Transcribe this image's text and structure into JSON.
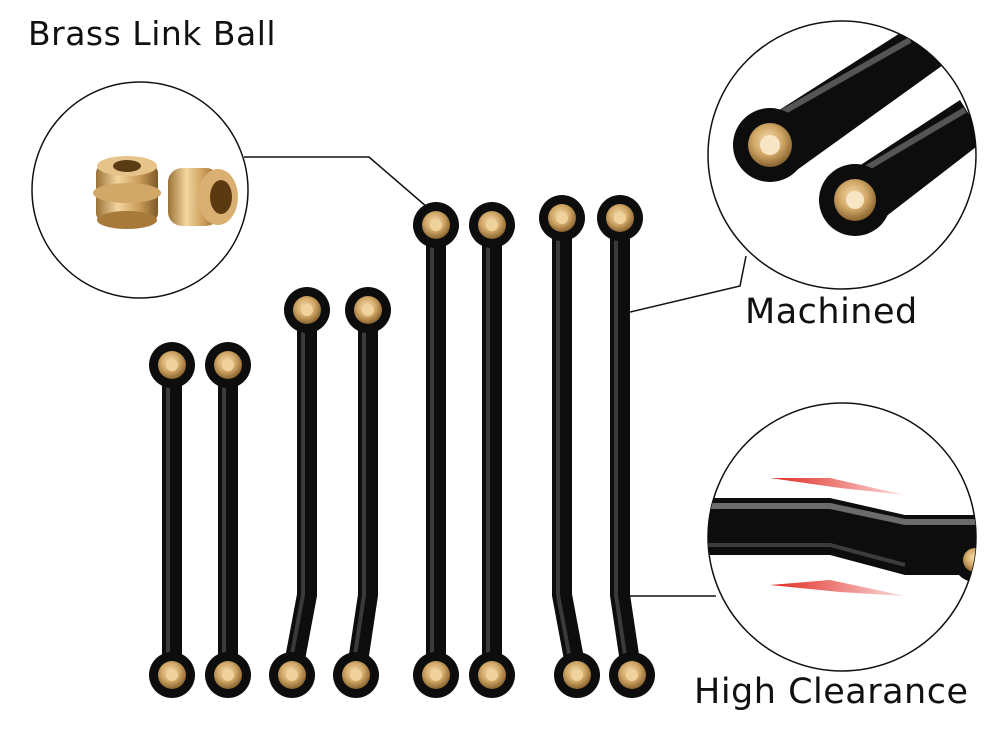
{
  "labels": {
    "brass_link_ball": "Brass Link Ball",
    "machined": "Machined",
    "high_clearance": "High Clearance"
  },
  "colors": {
    "background": "#ffffff",
    "link_body": "#0d0d0d",
    "link_highlight": "#3a3a3a",
    "brass": "#c8a063",
    "brass_light": "#f0d39c",
    "brass_dark": "#8a6430",
    "arrow_red": "#e0271f",
    "callout_line": "#111111"
  },
  "product": {
    "link_count": 8,
    "brass_ball_count": 2
  }
}
